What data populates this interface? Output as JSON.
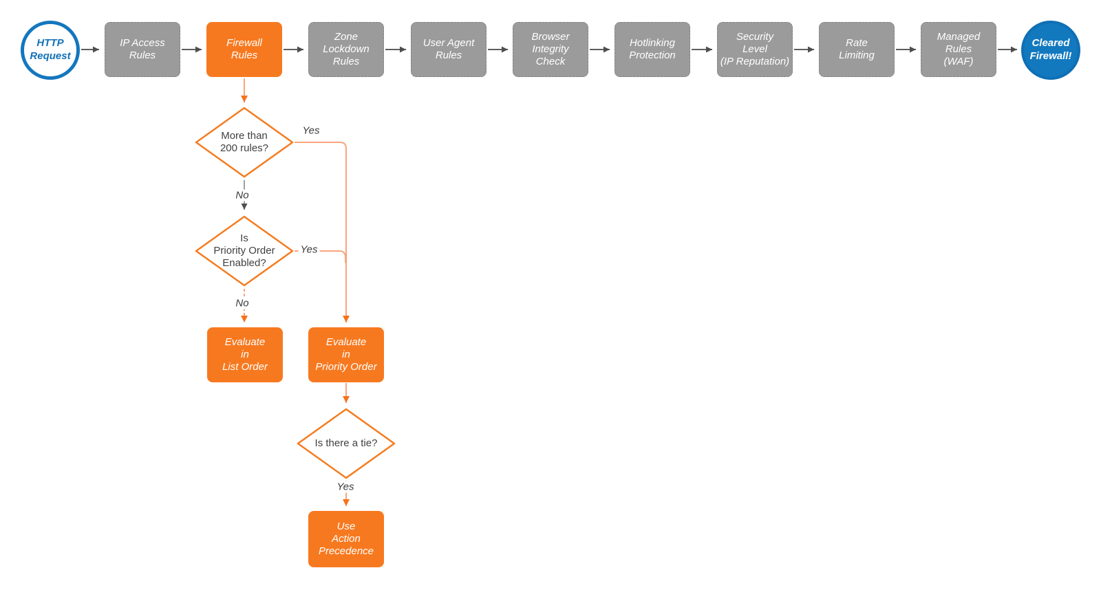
{
  "diagram": {
    "title": "HTTP request firewall evaluation flowchart",
    "colors": {
      "accent_orange": "#f7791f",
      "orange_outline": "#f47c20",
      "orange_connector": "#f9a47c",
      "orange_arrowhead": "#f4731c",
      "step_gray": "#9c9b9b",
      "dark_connector": "#5e5e5e",
      "brand_blue": "#1377be",
      "text_dark": "#404040",
      "text_white": "#ffffff"
    },
    "pipeline": {
      "start": {
        "label": "HTTP\nRequest"
      },
      "steps": [
        {
          "label": "IP Access\nRules",
          "highlight": false
        },
        {
          "label": "Firewall\nRules",
          "highlight": true
        },
        {
          "label": "Zone\nLockdown\nRules",
          "highlight": false
        },
        {
          "label": "User Agent\nRules",
          "highlight": false
        },
        {
          "label": "Browser\nIntegrity\nCheck",
          "highlight": false
        },
        {
          "label": "Hotlinking\nProtection",
          "highlight": false
        },
        {
          "label": "Security\nLevel\n(IP Reputation)",
          "highlight": false
        },
        {
          "label": "Rate\nLimiting",
          "highlight": false
        },
        {
          "label": "Managed\nRules\n(WAF)",
          "highlight": false
        }
      ],
      "end": {
        "label": "Cleared\nFirewall!"
      }
    },
    "decisions": [
      {
        "label": "More than\n200 rules?"
      },
      {
        "label": "Is\nPriority Order\nEnabled?"
      },
      {
        "label": "Is there a tie?"
      }
    ],
    "actions": [
      {
        "label": "Evaluate\nin\nList Order"
      },
      {
        "label": "Evaluate\nin\nPriority Order"
      },
      {
        "label": "Use\nAction\nPrecedence"
      }
    ],
    "edge_labels": {
      "yes1": "Yes",
      "no1": "No",
      "yes2": "Yes",
      "no2": "No",
      "yes3": "Yes"
    }
  }
}
